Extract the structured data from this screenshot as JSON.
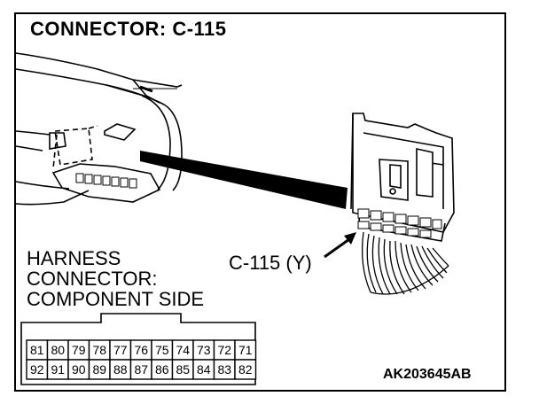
{
  "title": "CONNECTOR: C-115",
  "harness_label": [
    "HARNESS",
    "CONNECTOR:",
    "COMPONENT SIDE"
  ],
  "callout_label": "C-115 (Y)",
  "figure_code": "AK203645AB",
  "pins": {
    "top_row": [
      "81",
      "80",
      "79",
      "78",
      "77",
      "76",
      "75",
      "74",
      "73",
      "72",
      "71"
    ],
    "bottom_row": [
      "92",
      "91",
      "90",
      "89",
      "88",
      "87",
      "86",
      "85",
      "84",
      "83",
      "82"
    ]
  }
}
